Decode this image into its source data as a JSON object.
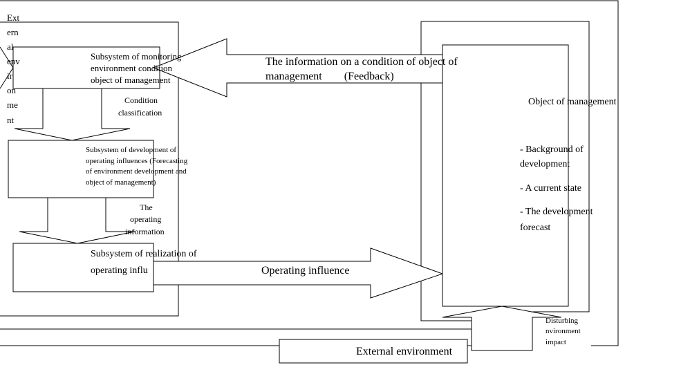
{
  "diagram": {
    "external_environment_vertical": [
      "Ext",
      "ern",
      "al",
      "env",
      "ir",
      "on",
      "me",
      "nt"
    ],
    "monitoring_box": [
      "Subsystem of monitoring",
      "environment condition",
      "object of management"
    ],
    "condition_classification": [
      "Condition",
      "classification"
    ],
    "development_box": [
      "Subsystem of development of",
      "operating influences (Forecasting",
      "of environment development and",
      "object of management)"
    ],
    "operating_information": [
      "The",
      "operating",
      "information"
    ],
    "realization_box": [
      "Subsystem of realization of",
      "operating influ"
    ],
    "feedback_label": [
      "The information on a condition of object of",
      "management        (Feedback)"
    ],
    "operating_influence_label": "Operating influence",
    "object_title": "Object of management",
    "object_items": [
      "- Background of",
      "development",
      "- A current state",
      "- The development",
      "forecast"
    ],
    "disturbing_label": [
      "Disturbing",
      "nvironment",
      "impact"
    ],
    "external_environment_label": "External environment"
  }
}
